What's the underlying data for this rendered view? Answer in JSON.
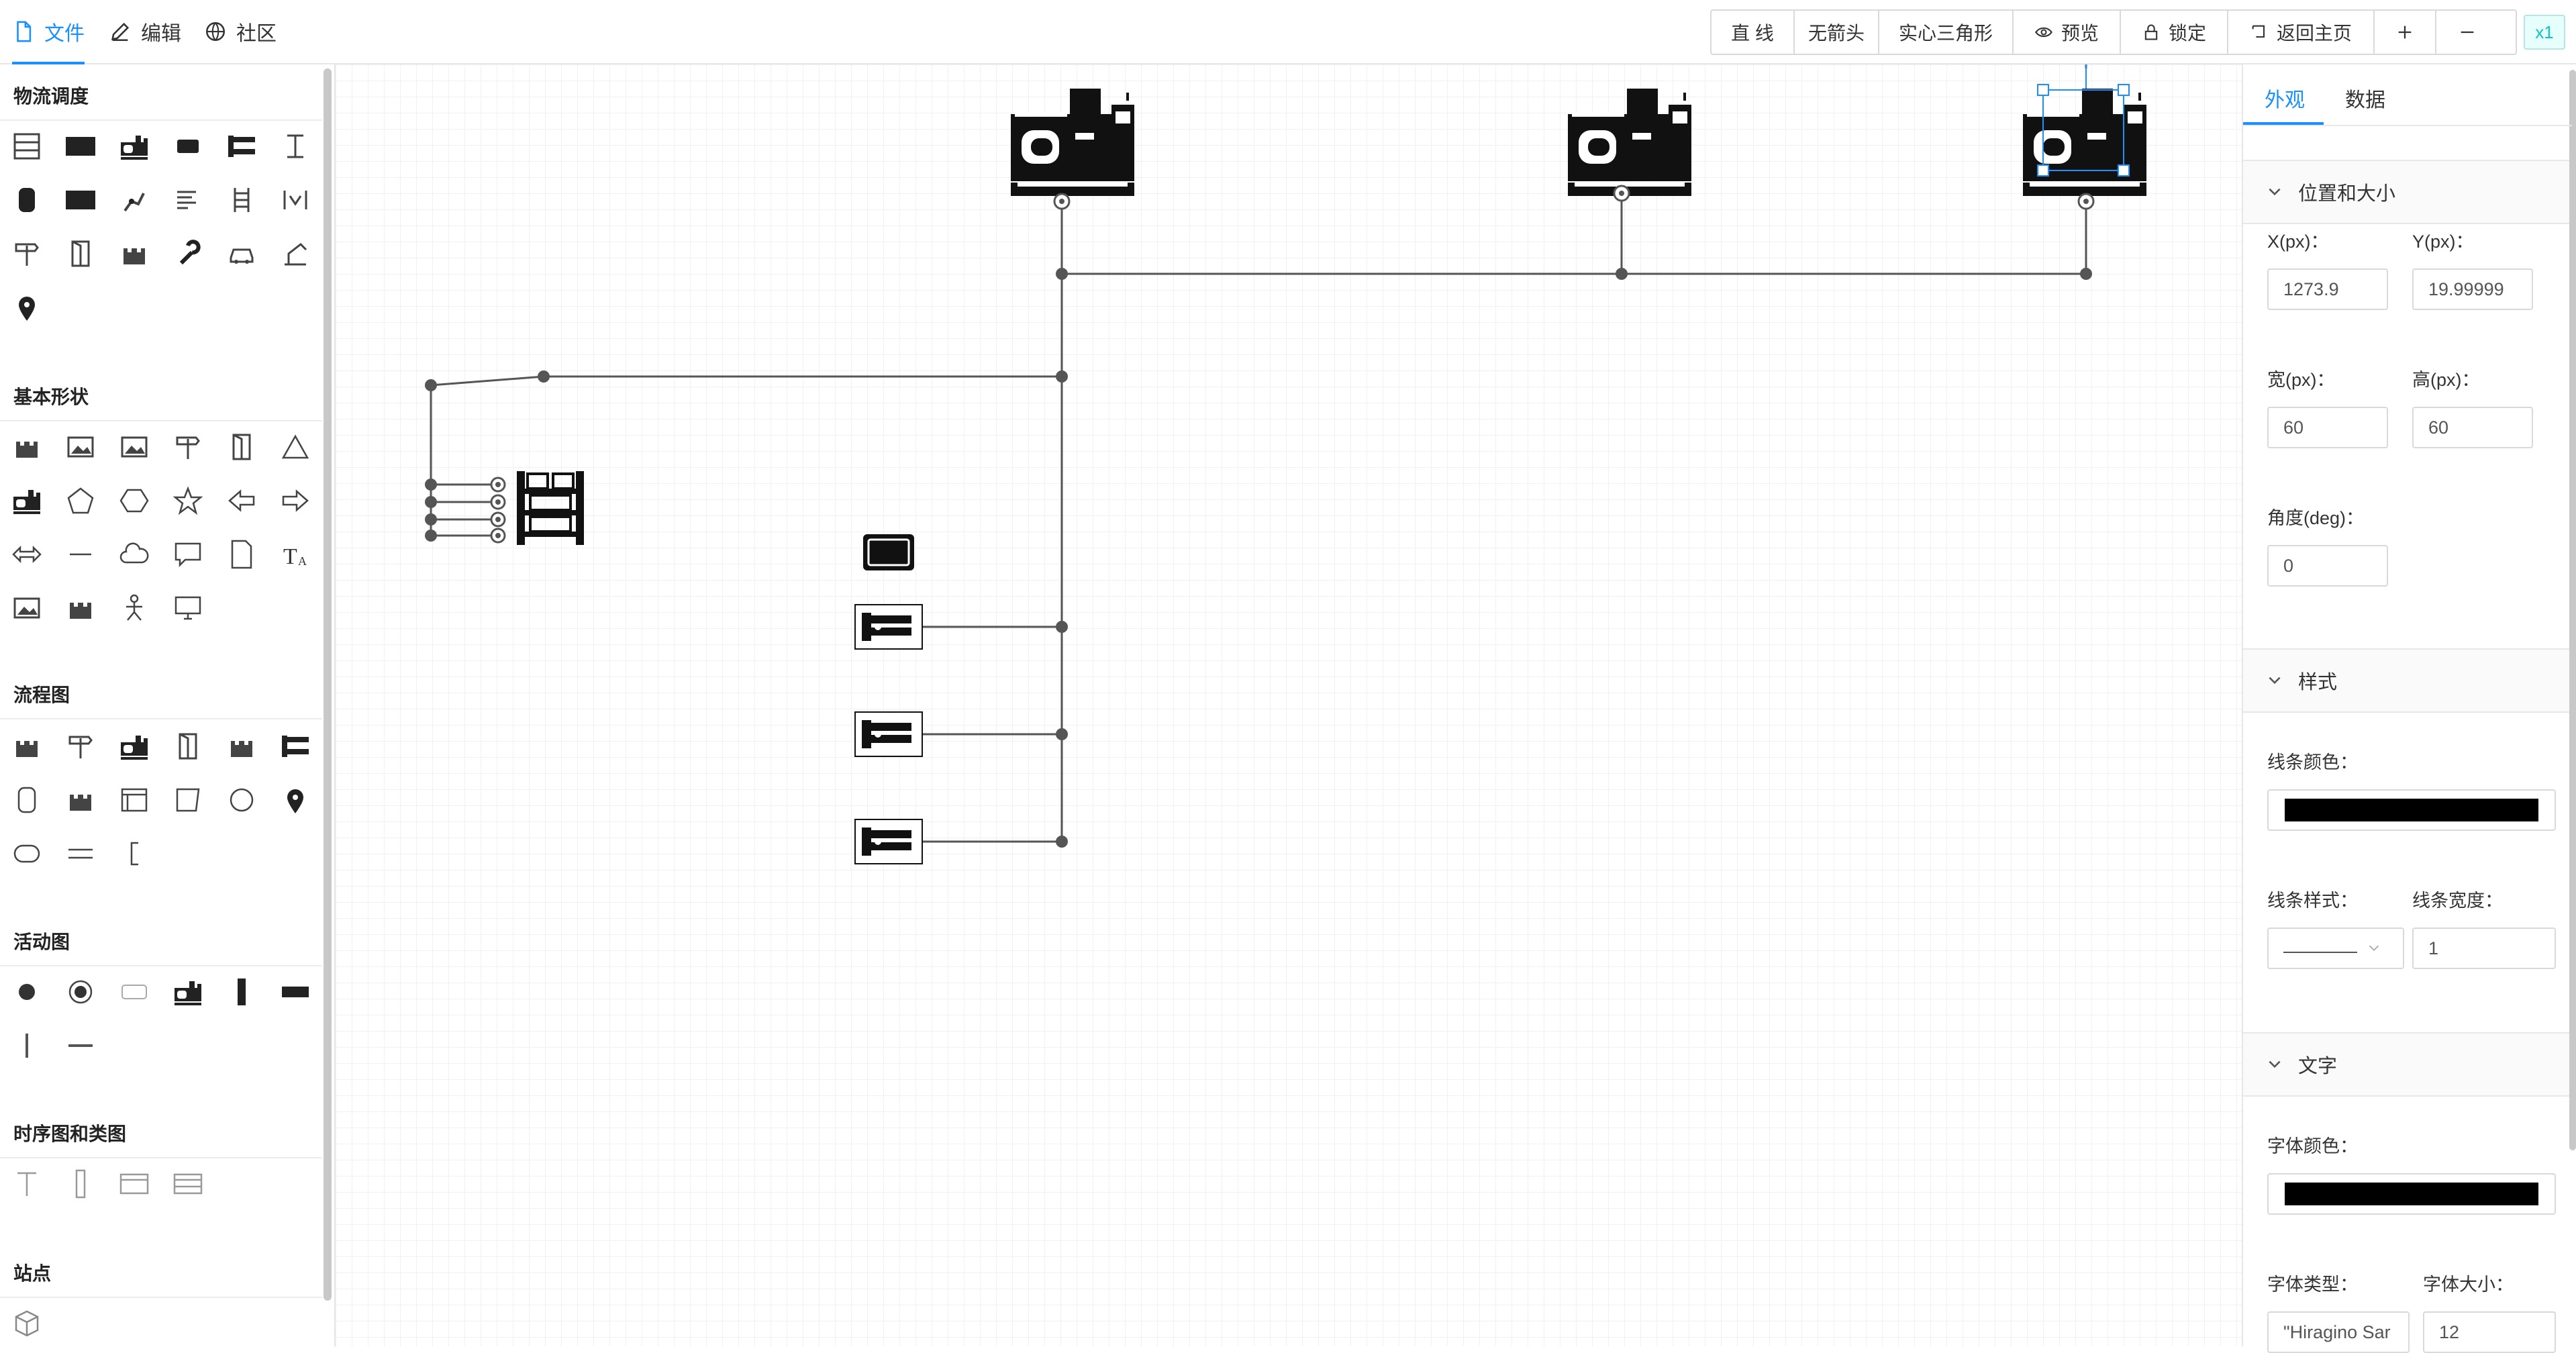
{
  "menu": {
    "file": "文件",
    "edit": "编辑",
    "community": "社区"
  },
  "toolbar": {
    "line_type": "直 线",
    "arrow": "无箭头",
    "arrow_shape": "实心三角形",
    "preview": "预览",
    "lock": "锁定",
    "home": "返回主页",
    "zoom": "x1"
  },
  "palette": {
    "sections": [
      "物流调度",
      "基本形状",
      "流程图",
      "活动图",
      "时序图和类图",
      "站点"
    ]
  },
  "props": {
    "tabs": [
      "外观",
      "数据"
    ],
    "position": {
      "title": "位置和大小",
      "x_label": "X(px)：",
      "x": "1273.9",
      "y_label": "Y(px)：",
      "y": "19.99999",
      "w_label": "宽(px)：",
      "w": "60",
      "h_label": "高(px)：",
      "h": "60",
      "angle_label": "角度(deg)：",
      "angle": "0"
    },
    "style": {
      "title": "样式",
      "line_color_label": "线条颜色：",
      "line_color": "#000000",
      "line_style_label": "线条样式：",
      "line_width_label": "线条宽度：",
      "line_width": "1"
    },
    "text": {
      "title": "文字",
      "font_color_label": "字体颜色：",
      "font_color": "#000000",
      "font_type_label": "字体类型：",
      "font_type": "\"Hiragino Sar",
      "font_size_label": "字体大小：",
      "font_size": "12"
    }
  },
  "colors": {
    "accent": "#1890ff",
    "zoom_tag": "#13c2c2"
  }
}
